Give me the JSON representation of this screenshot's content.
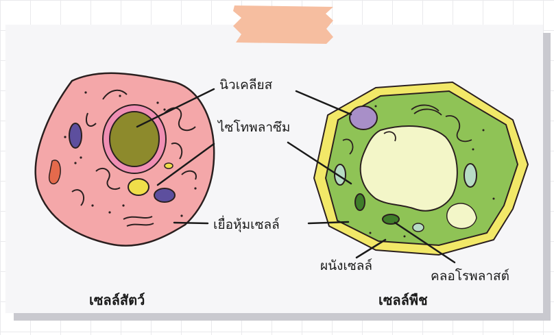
{
  "labels": {
    "nucleus": "นิวเคลียส",
    "cytoplasm": "ไซโทพลาซึม",
    "cell_membrane": "เยื่อหุ้มเซลล์",
    "cell_wall": "ผนังเซลล์",
    "chloroplast": "คลอโรพลาสต์"
  },
  "titles": {
    "animal_cell": "เซลล์สัตว์",
    "plant_cell": "เซลล์พืช"
  },
  "colors": {
    "animal_cytoplasm": "#f4a7a9",
    "animal_nucleus": "#8d8a2c",
    "plant_wall": "#f2e868",
    "plant_cytoplasm": "#8fc356",
    "plant_vacuole": "#f3f6c8",
    "plant_nucleus": "#a88fc8",
    "tape": "#f6bea0"
  }
}
